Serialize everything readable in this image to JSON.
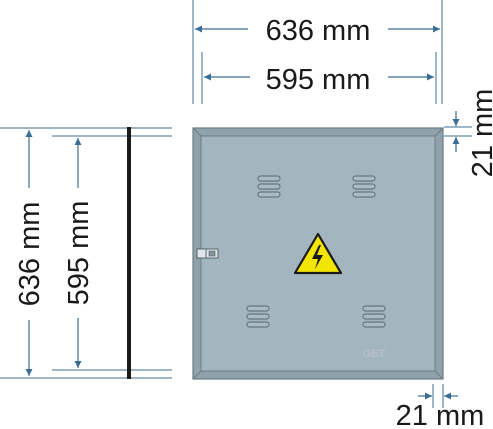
{
  "dimensions": {
    "outer_width": "636 mm",
    "inner_width": "595 mm",
    "outer_height": "636 mm",
    "inner_height": "595 mm",
    "frame_top": "21 mm",
    "frame_side": "21 mm"
  },
  "cabinet": {
    "brand": "GET",
    "color_body": "#a3b6bf",
    "color_frame": "#8fa2aa",
    "color_dim_lines": "#3b6e96"
  },
  "icons": [
    "high-voltage-warning-icon",
    "door-lock-icon",
    "vent-louver-icon"
  ]
}
